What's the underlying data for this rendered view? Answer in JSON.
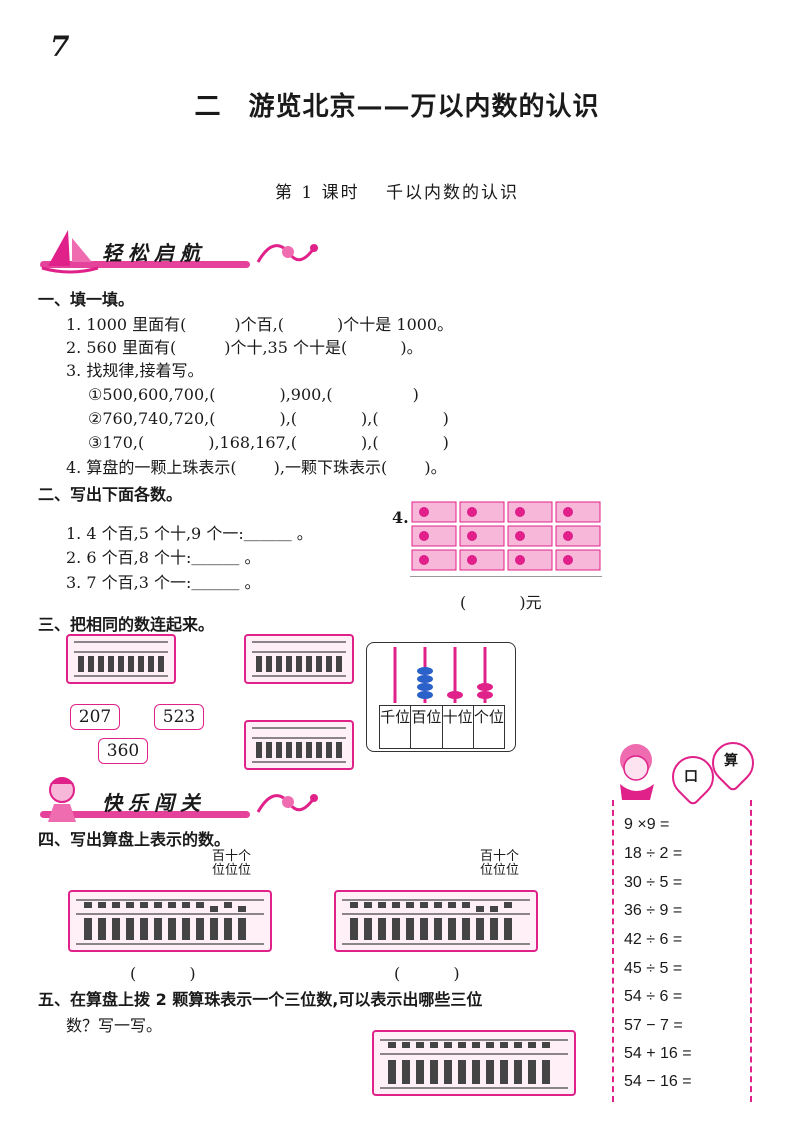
{
  "page_number": "7",
  "chapter_title": "二　游览北京——万以内数的认识",
  "lesson_title": "第 1 课时　 千以内数的认识",
  "banners": {
    "relax": "轻松启航",
    "happy": "快乐闯关"
  },
  "s1": {
    "heading": "一、填一填。",
    "q1": "1. 1000 里面有(　　　)个百,(　　　 )个十是 1000。",
    "q2": "2. 560 里面有(　　　)个十,35 个十是(　　　 )。",
    "q3": "3. 找规律,接着写。",
    "q3a": "①500,600,700,(　　　　),900,(　　　　　)",
    "q3b": "②760,740,720,(　　　　),(　　　　),(　　　　)",
    "q3c": "③170,(　　　　),168,167,(　　　　),(　　　　)",
    "q4": "4. 算盘的一颗上珠表示(　　 ),一颗下珠表示(　　 )。"
  },
  "s2": {
    "heading": "二、写出下面各数。",
    "q1": "1. 4 个百,5 个十,9 个一:＿＿＿ 。",
    "q2": "2. 6 个百,8 个十:＿＿＿ 。",
    "q3": "3. 7 个百,3 个一:＿＿＿ 。",
    "q4_num": "4.",
    "q4_answer": "(　　　 )元"
  },
  "s3": {
    "heading": "三、把相同的数连起来。",
    "numbers": [
      "207",
      "523",
      "360"
    ],
    "place_labels": [
      "千位",
      "百位",
      "十位",
      "个位"
    ]
  },
  "s4": {
    "heading": "四、写出算盘上表示的数。",
    "col_top": "百十个",
    "col_bottom": "位位位",
    "blank": "(　　　 )"
  },
  "s5": {
    "heading": "五、在算盘上拨 2 颗算珠表示一个三位数,可以表示出哪些三位",
    "heading2": "数？写一写。"
  },
  "oral": {
    "title_left": "口",
    "title_right": "算",
    "items": [
      "9 ×9 =",
      "18 ÷ 2 =",
      "30 ÷ 5 =",
      "36 ÷ 9 =",
      "42 ÷ 6 =",
      "45 ÷ 5 =",
      "54 ÷ 6 =",
      "57 − 7 =",
      "54 + 16 =",
      "54 − 16 ="
    ]
  },
  "colors": {
    "accent": "#e0218a",
    "bead_blue": "#2a62c9"
  }
}
